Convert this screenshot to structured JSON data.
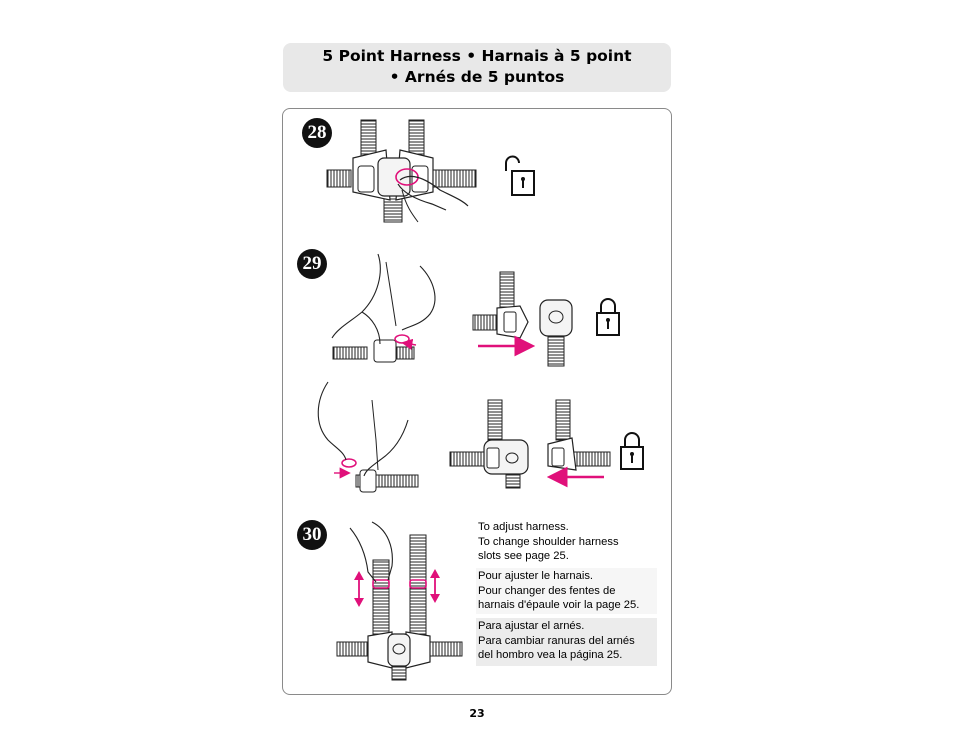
{
  "header": {
    "line1": "5 Point Harness  •  Harnais à 5 point",
    "line2": "•  Arnés de 5 puntos"
  },
  "steps": {
    "s28": "28",
    "s29": "29",
    "s30": "30"
  },
  "instructions": {
    "english": [
      "To adjust harness.",
      "To change shoulder harness",
      "slots see page 25."
    ],
    "french": [
      "Pour ajuster le harnais.",
      "Pour changer des fentes de",
      "harnais d'épaule voir la page 25."
    ],
    "spanish": [
      "Para ajustar el arnés.",
      "Para cambiar ranuras del arnés",
      "del hombro vea la página 25."
    ]
  },
  "page_number": "23",
  "colors": {
    "accent_magenta": "#e0107a",
    "header_bg": "#e8e8e8"
  },
  "icons": [
    "unlock-icon",
    "lock-icon",
    "arrow-right-icon",
    "arrow-left-icon",
    "arrow-updown-icon"
  ]
}
